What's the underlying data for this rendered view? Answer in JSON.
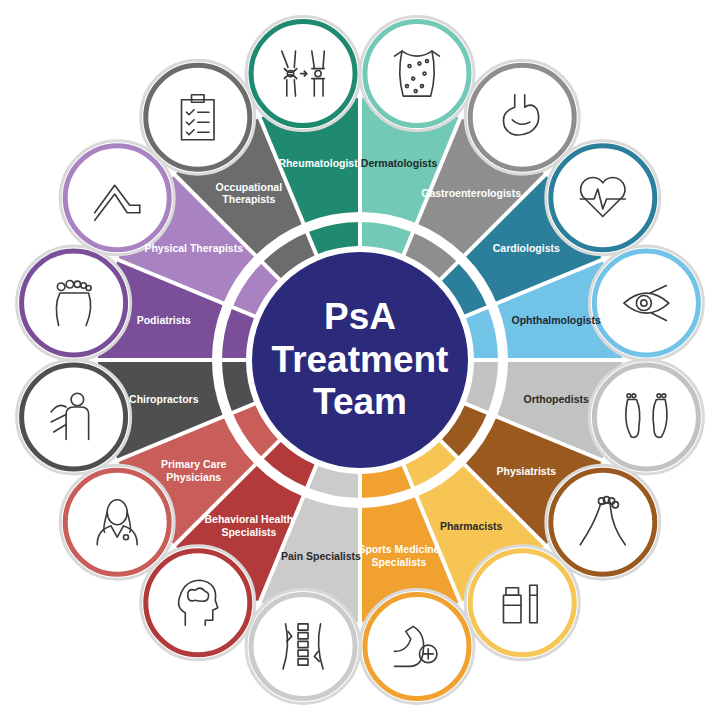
{
  "diagram": {
    "nodes": [
      {
        "text": [
          "PsA Treatment Team"
        ]
      },
      {
        "text": [
          "Rheumatologists"
        ]
      },
      {
        "text": [
          "Dermatologists"
        ]
      },
      {
        "text": [
          "Gastroenterologists"
        ]
      },
      {
        "text": [
          "Cardiologists"
        ]
      },
      {
        "text": [
          "Ophthalmologists"
        ]
      },
      {
        "text": [
          "Orthopedists"
        ]
      },
      {
        "text": [
          "Physiatrists"
        ]
      },
      {
        "text": [
          "Pharmacists"
        ]
      },
      {
        "text": [
          "Sports Medicine Specialists"
        ]
      },
      {
        "text": [
          "Pain Specialists"
        ]
      },
      {
        "text": [
          "Behavioral Health Specialists"
        ]
      },
      {
        "text": [
          "Primary Care Physicians"
        ]
      },
      {
        "text": [
          "Chiropractors"
        ]
      },
      {
        "text": [
          "Podiatrists"
        ]
      },
      {
        "text": [
          "Physical Therapists"
        ]
      },
      {
        "text": [
          "Occupational Therapists"
        ]
      }
    ]
  }
}
